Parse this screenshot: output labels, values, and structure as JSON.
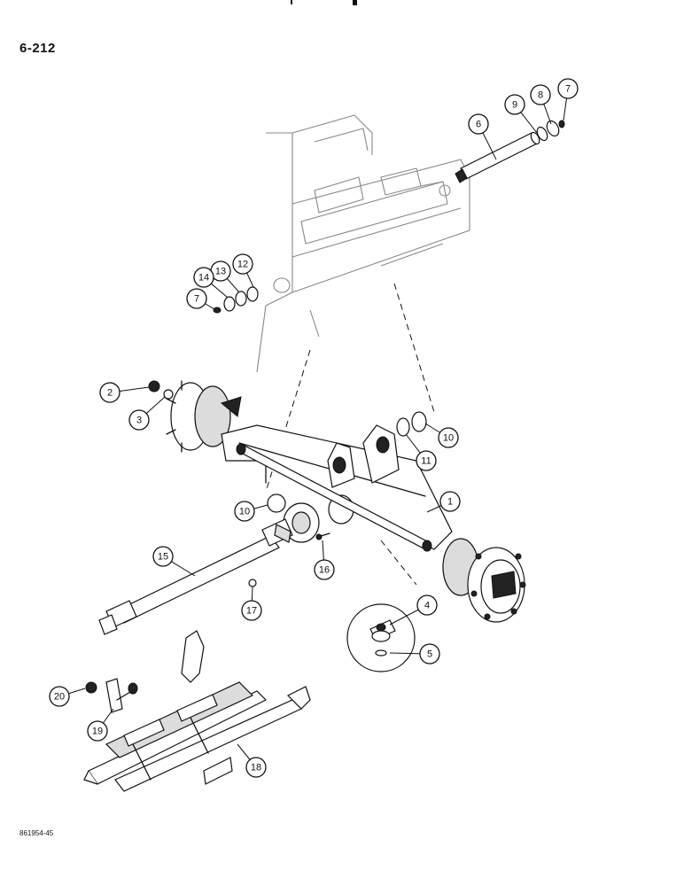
{
  "page_number": "6-212",
  "figure_reference": "861954-45",
  "callouts": [
    "1",
    "2",
    "3",
    "4",
    "5",
    "6",
    "7",
    "8",
    "9",
    "10",
    "10",
    "11",
    "12",
    "13",
    "14",
    "7",
    "15",
    "16",
    "17",
    "18",
    "19",
    "20"
  ]
}
